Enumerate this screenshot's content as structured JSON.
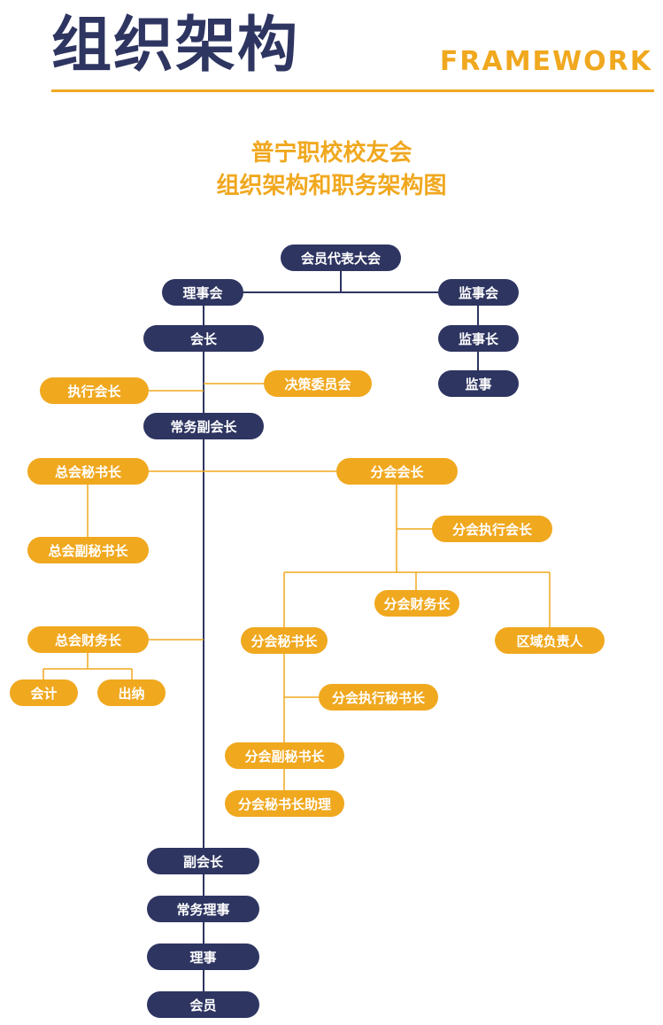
{
  "header": {
    "title": "组织架构",
    "subtitle": "FRAMEWORK"
  },
  "chart": {
    "title_line1": "普宁职校校友会",
    "title_line2": "组织架构和职务架构图"
  },
  "colors": {
    "navy": "#2e3561",
    "orange": "#f0a81f",
    "line_navy": "#2e3561",
    "line_orange": "#f0a81f"
  },
  "nodes": {
    "general_assembly": "会员代表大会",
    "council": "理事会",
    "supervisory_board": "监事会",
    "president": "会长",
    "chief_supervisor": "监事长",
    "supervisor": "监事",
    "executive_president": "执行会长",
    "decision_committee": "决策委员会",
    "executive_vice_president": "常务副会长",
    "secretary_general": "总会秘书长",
    "branch_president": "分会会长",
    "branch_executive_president": "分会执行会长",
    "deputy_secretary_general": "总会副秘书长",
    "branch_treasurer": "分会财务长",
    "treasurer": "总会财务长",
    "branch_secretary_general": "分会秘书长",
    "regional_leader": "区域负责人",
    "accountant": "会计",
    "cashier": "出纳",
    "branch_executive_secretary": "分会执行秘书长",
    "branch_deputy_secretary": "分会副秘书长",
    "branch_secretary_assistant": "分会秘书长助理",
    "vice_president": "副会长",
    "executive_director": "常务理事",
    "director": "理事",
    "member": "会员"
  }
}
